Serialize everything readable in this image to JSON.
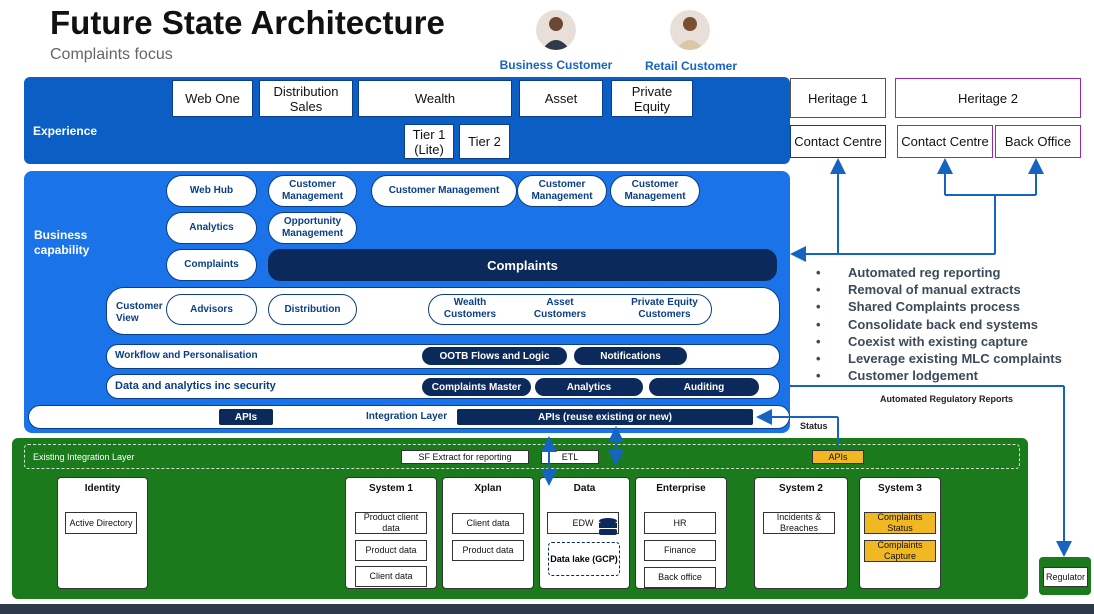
{
  "header": {
    "title": "Future State Architecture",
    "subtitle": "Complaints focus"
  },
  "personas": {
    "business": "Business Customer",
    "retail": "Retail Customer"
  },
  "experience": {
    "label": "Experience",
    "channels": [
      "Web One",
      "Distribution Sales",
      "Wealth",
      "Asset",
      "Private Equity"
    ],
    "tiers": [
      "Tier 1 (Lite)",
      "Tier 2"
    ]
  },
  "heritage": {
    "h1": "Heritage 1",
    "h1_cc": "Contact Centre",
    "h2": "Heritage 2",
    "h2_cc": "Contact Centre",
    "h2_bo": "Back Office"
  },
  "business": {
    "label": "Business capability",
    "web_hub": "Web Hub",
    "cm1": "Customer Management",
    "cm_wide": "Customer Management",
    "cm2": "Customer Management",
    "cm3": "Customer Management",
    "analytics": "Analytics",
    "opportunity": "Opportunity Management",
    "complaints_small": "Complaints",
    "complaints_big": "Complaints",
    "customer_view": {
      "label": "Customer View",
      "advisors": "Advisors",
      "distribution": "Distribution",
      "wealth": "Wealth Customers",
      "asset": "Asset Customers",
      "pe": "Private Equity Customers"
    },
    "workflow": {
      "label": "Workflow and Personalisation",
      "ootb": "OOTB Flows and Logic",
      "notifications": "Notifications"
    },
    "data": {
      "label": "Data and analytics inc security",
      "master": "Complaints Master",
      "analytics": "Analytics",
      "auditing": "Auditing"
    },
    "integration": {
      "apis": "APIs",
      "label": "Integration Layer",
      "apis_reuse": "APIs (reuse existing or new)"
    }
  },
  "benefits": [
    "Automated reg reporting",
    "Removal of manual extracts",
    "Shared Complaints process",
    "Consolidate back end systems",
    "Coexist with existing capture",
    "Leverage existing MLC complaints",
    "Customer lodgement"
  ],
  "labels": {
    "auto_reg": "Automated Regulatory Reports",
    "status": "Status",
    "regulator": "Regulator"
  },
  "existing": {
    "label": "Existing Integration Layer",
    "sf_extract": "SF Extract for reporting",
    "etl": "ETL",
    "apis": "APIs",
    "systems": {
      "identity": {
        "title": "Identity",
        "items": [
          "Active Directory"
        ]
      },
      "system1": {
        "title": "System 1",
        "items": [
          "Product client data",
          "Product data",
          "Client data"
        ]
      },
      "xplan": {
        "title": "Xplan",
        "items": [
          "Client data",
          "Product data"
        ]
      },
      "data": {
        "title": "Data",
        "edw": "EDW",
        "lake": "Data lake (GCP)"
      },
      "enterprise": {
        "title": "Enterprise",
        "items": [
          "HR",
          "Finance",
          "Back office"
        ]
      },
      "system2": {
        "title": "System 2",
        "items": [
          "Incidents & Breaches"
        ]
      },
      "system3": {
        "title": "System 3",
        "items": [
          "Complaints Status",
          "Complaints Capture"
        ]
      }
    }
  },
  "colors": {
    "experience_blue": "#0b5fc4",
    "business_blue": "#1a73e8",
    "navy": "#0b2a5b",
    "green": "#1b7a1b",
    "yellow": "#f2b824",
    "heritage2_purple": "#9c27b0"
  }
}
